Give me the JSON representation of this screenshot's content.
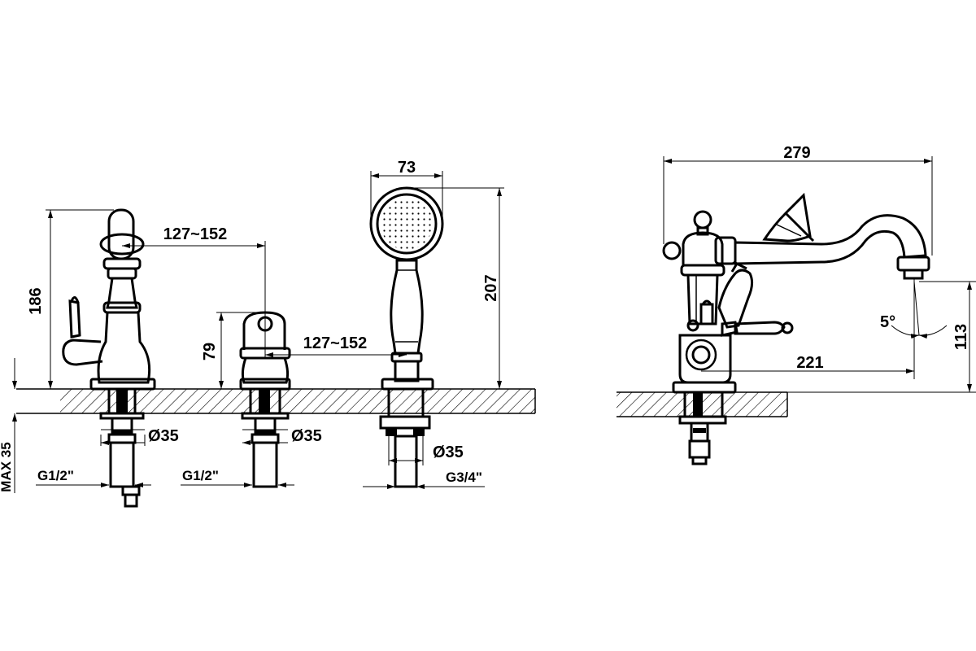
{
  "dimensions": {
    "mixer_height": "186",
    "spacing_1": "127~152",
    "valve_height": "79",
    "spacing_2": "127~152",
    "handset_width": "73",
    "handset_height": "207",
    "max_thickness": "MAX 35",
    "diam_1": "Ø35",
    "diam_2": "Ø35",
    "diam_3": "Ø35",
    "thread_1": "G1/2\"",
    "thread_2": "G1/2\"",
    "thread_3": "G3/4\"",
    "total_width": "279",
    "spout_reach": "221",
    "spout_height": "113",
    "angle": "5°"
  },
  "colors": {
    "line": "#000000",
    "background": "#ffffff"
  }
}
